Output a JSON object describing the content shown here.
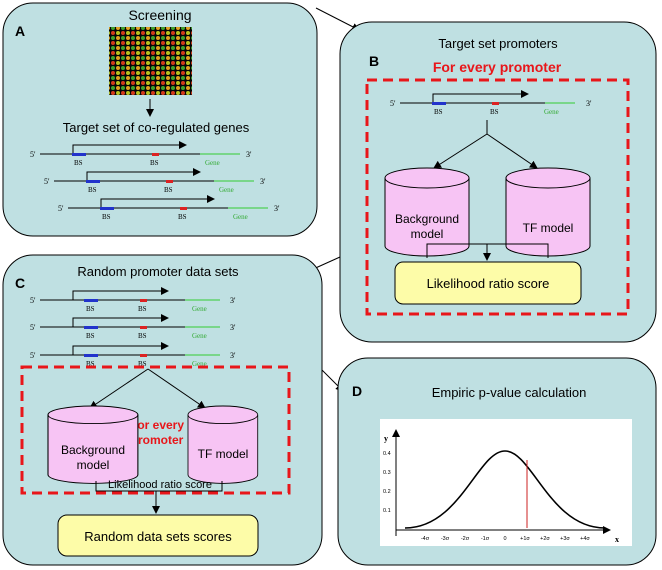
{
  "panels": {
    "a": {
      "letter": "A",
      "title": "Screening",
      "subtitle": "Target set of co-regulated genes"
    },
    "b": {
      "letter": "B",
      "title": "Target set promoters",
      "loop_label": "For every promoter",
      "bg_model": [
        "Background",
        "model"
      ],
      "tf_model": "TF model",
      "score": "Likelihood ratio score"
    },
    "c": {
      "letter": "C",
      "title": "Random promoter data sets",
      "loop_label": [
        "For every",
        "promoter"
      ],
      "bg_model": [
        "Background",
        "model"
      ],
      "tf_model": "TF model",
      "score_label": "Likelihood ratio score",
      "result": "Random data sets scores"
    },
    "d": {
      "letter": "D",
      "title": "Empiric p-value calculation",
      "plot": {
        "y_axis_label": "y",
        "x_axis_label": "x",
        "y_ticks": [
          "0.4",
          "0.3",
          "0.2",
          "0.1"
        ],
        "x_ticks": [
          "-4σ",
          "-3σ",
          "-2σ",
          "-1σ",
          "0",
          "+1σ",
          "+2σ",
          "+3σ",
          "+4σ"
        ]
      }
    }
  },
  "promoter": {
    "five": "5'",
    "three": "3'",
    "bs": "BS",
    "gene": "Gene"
  },
  "colors": {
    "panel_fill": "#bfe0e2",
    "dash_red": "#e8161a",
    "cylinder_fill": "#f7c4f4",
    "score_box_fill": "#fdfca8",
    "bs_blue": "#2233cc",
    "bs_red": "#dd2222",
    "gene_green": "#33cc33",
    "pvalue_line": "#cc2222"
  }
}
